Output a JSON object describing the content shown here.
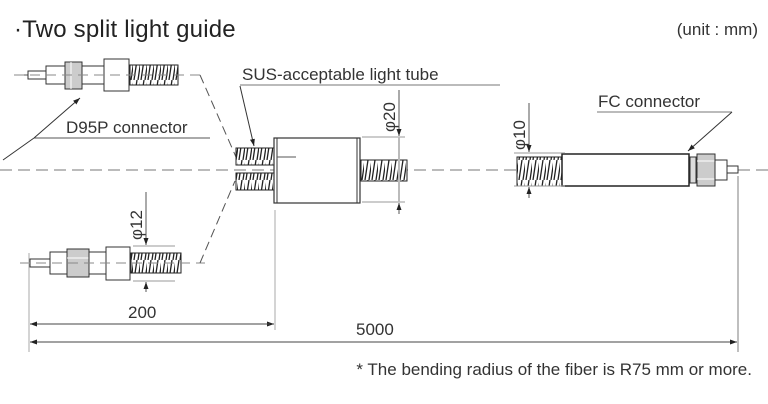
{
  "title": "·Two split light guide",
  "unit_note": "(unit : mm)",
  "labels": {
    "sus_tube": "SUS-acceptable light tube",
    "d95p_connector": "D95P connector",
    "fc_connector": "FC connector"
  },
  "dimensions": {
    "phi20": "φ20",
    "phi10": "φ10",
    "phi12": "φ12",
    "len200": "200",
    "len5000": "5000"
  },
  "footnote": "* The bending radius of the fiber is R75 mm or more."
}
